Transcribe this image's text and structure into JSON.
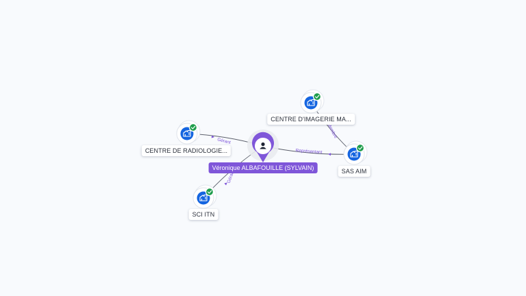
{
  "colors": {
    "background": "#f8fafd",
    "edge": "#5b5f6b",
    "edge_label": "#7f56d9",
    "company_icon": "#1565e0",
    "check_badge": "#1f9d4c",
    "person": "#7f56d9"
  },
  "person": {
    "label": "Véronique ALBAFOUILLE (SYLVAIN)",
    "icon": "user-icon"
  },
  "companies": [
    {
      "id": "radiologie",
      "label": "CENTRE DE RADIOLOGIE...",
      "icon": "building-icon",
      "badge": "check-icon"
    },
    {
      "id": "imagerie",
      "label": "CENTRE D'IMAGERIE MA...",
      "icon": "building-icon",
      "badge": "check-icon"
    },
    {
      "id": "sasaim",
      "label": "SAS AIM",
      "icon": "building-icon",
      "badge": "check-icon"
    },
    {
      "id": "sciitn",
      "label": "SCI ITN",
      "icon": "building-icon",
      "badge": "check-icon"
    }
  ],
  "edges": [
    {
      "from": "person",
      "to": "radiologie",
      "label": "Gérant"
    },
    {
      "from": "person",
      "to": "sasaim",
      "label": "Représentant"
    },
    {
      "from": "person",
      "to": "sciitn",
      "label": "Gérant"
    },
    {
      "from": "imagerie",
      "to": "sasaim",
      "label": "Membre"
    }
  ]
}
